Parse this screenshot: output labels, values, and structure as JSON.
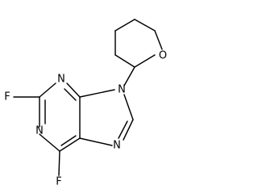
{
  "structure": {
    "atoms": {
      "fluorine_top": "F",
      "fluorine_bottom": "F",
      "nitrogen_pyrimidine_top": "N",
      "nitrogen_pyrimidine_bottom": "N",
      "nitrogen_imidazole": "N",
      "nitrogen_ring_fusion": "N",
      "oxygen_tetrahydropyran": "O"
    }
  }
}
